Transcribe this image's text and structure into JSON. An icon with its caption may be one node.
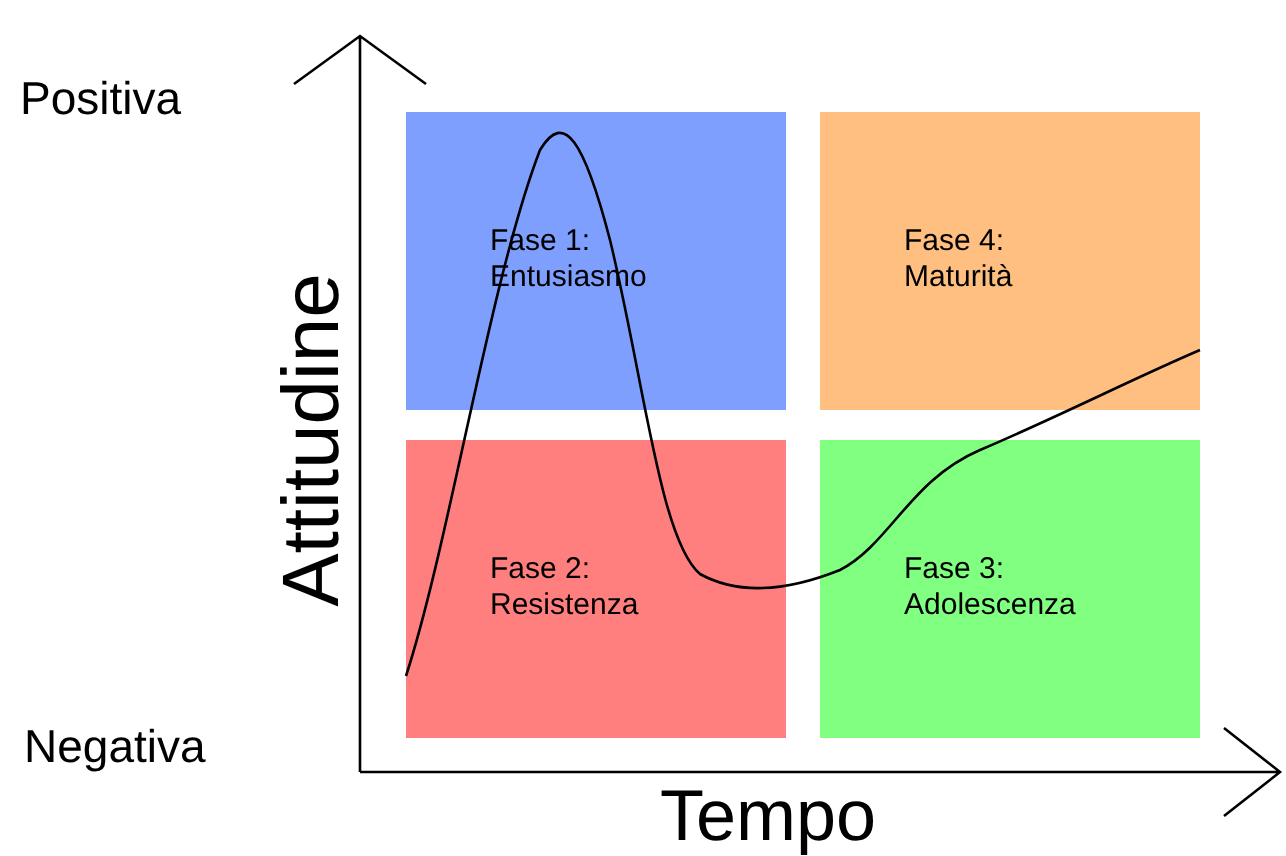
{
  "diagram": {
    "nodes": [
      {
        "text": [
          "Fase 1: Entusiasmo"
        ]
      },
      {
        "text": [
          "Fase 4: Maturità"
        ]
      },
      {
        "text": [
          "Fase 2: Resistenza"
        ]
      },
      {
        "text": [
          "Fase 3: Adolescenza"
        ]
      }
    ],
    "edges": [],
    "labels": [
      "Positiva",
      "Attitudine",
      "Negativa",
      "Tempo"
    ]
  }
}
